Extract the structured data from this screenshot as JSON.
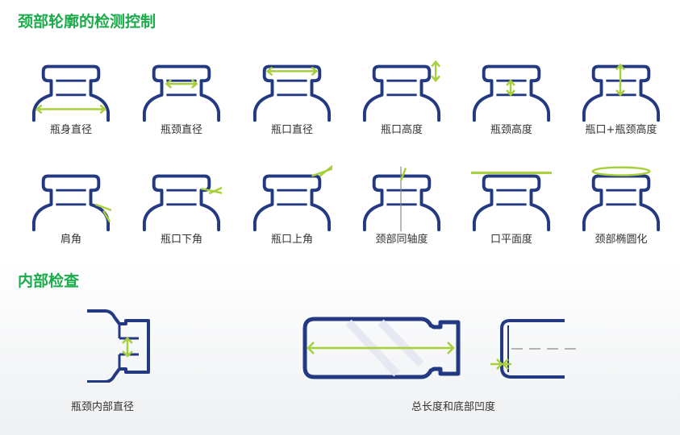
{
  "colors": {
    "bottle": "#233a83",
    "measure": "#a7cf3b",
    "title": "#1aab4b",
    "text": "#333333"
  },
  "sections": {
    "neck_control": "颈部轮廓的检测控制",
    "inner_check": "内部检查"
  },
  "row1": [
    "瓶身直径",
    "瓶颈直径",
    "瓶口直径",
    "瓶口高度",
    "瓶颈高度",
    "瓶口+瓶颈高度"
  ],
  "row2": [
    "肩角",
    "瓶口下角",
    "瓶口上角",
    "颈部同轴度",
    "口平面度",
    "颈部椭圆化"
  ],
  "inner": {
    "neck_inner_diameter": "瓶颈内部直径",
    "length_bottom": "总长度和底部凹度"
  }
}
